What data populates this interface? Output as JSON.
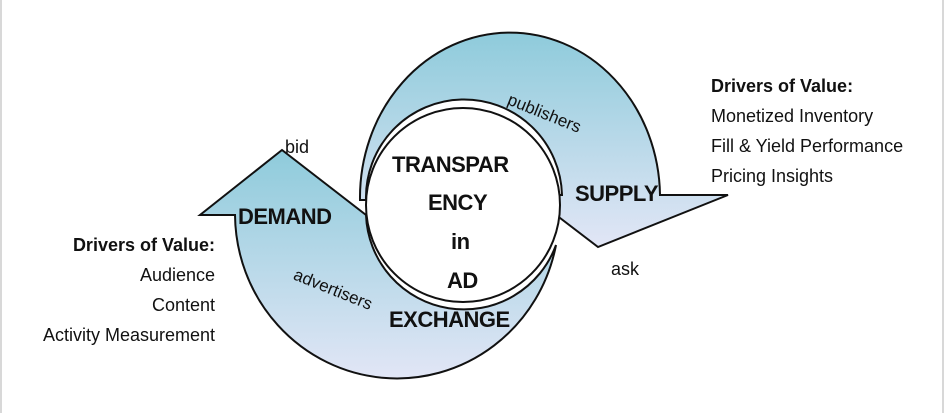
{
  "center": {
    "lines": [
      "TRANSPAR",
      "ENCY",
      "in",
      "AD",
      "EXCHANGE"
    ]
  },
  "supply": {
    "label": "SUPPLY",
    "arc_label": "publishers",
    "arrow_label": "ask"
  },
  "demand": {
    "label": "DEMAND",
    "arc_label": "advertisers",
    "arrow_label": "bid"
  },
  "supply_drivers": {
    "title": "Drivers of Value:",
    "items": [
      "Monetized Inventory",
      "Fill & Yield Performance",
      "Pricing Insights"
    ]
  },
  "demand_drivers": {
    "title": "Drivers of Value:",
    "items": [
      "Audience",
      "Content",
      "Activity Measurement"
    ]
  },
  "colors": {
    "band_top": "#8ecbdb",
    "band_bottom": "#e2e6f6",
    "stroke": "#111111"
  }
}
